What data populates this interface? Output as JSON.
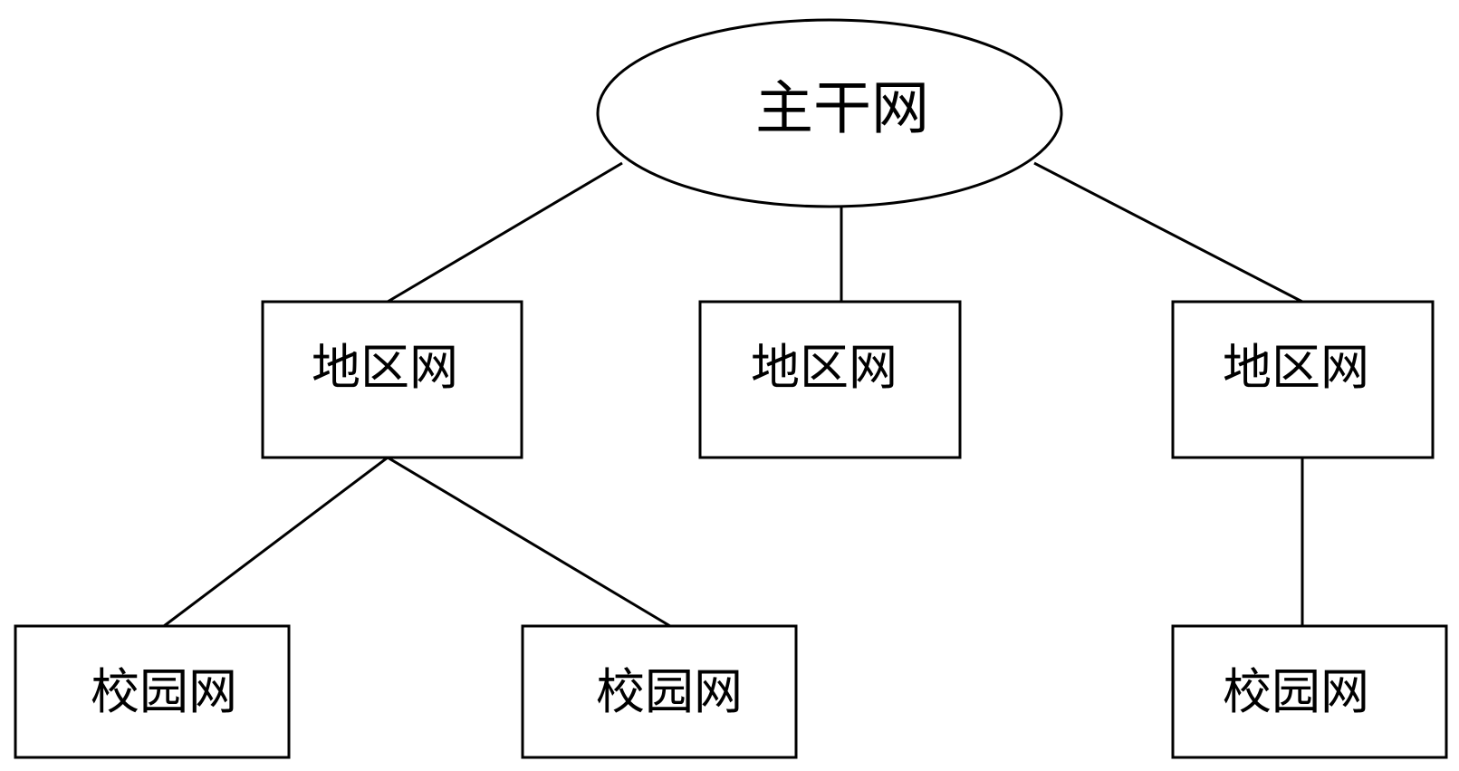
{
  "root": {
    "label": "主干网"
  },
  "regional_networks": [
    {
      "label": "地区网",
      "campus_networks": [
        {
          "label": "校园网"
        },
        {
          "label": "校园网"
        }
      ]
    },
    {
      "label": "地区网",
      "campus_networks": []
    },
    {
      "label": "地区网",
      "campus_networks": [
        {
          "label": "校园网"
        }
      ]
    }
  ]
}
